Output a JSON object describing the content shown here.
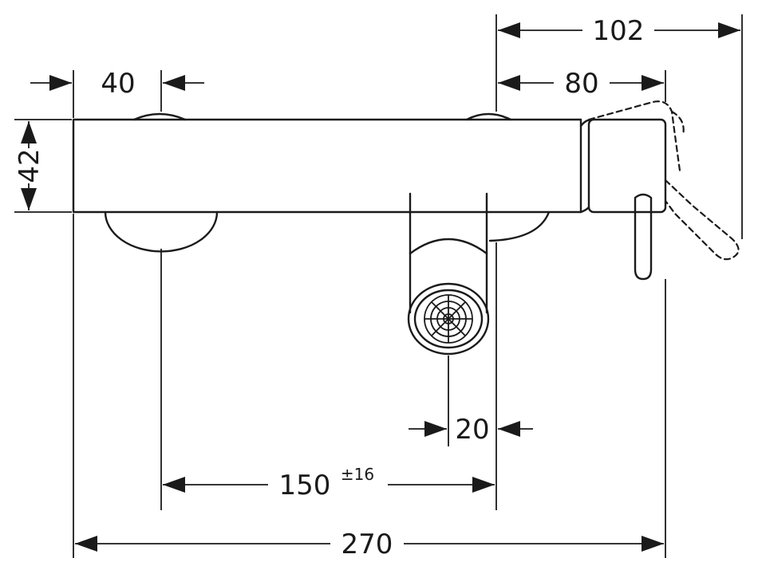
{
  "dimensions": {
    "overall_width": "270",
    "projection": "102",
    "handle_offset": "80",
    "left_outlet_offset": "40",
    "body_height": "42",
    "spout_width": "20",
    "connection_spacing": "150",
    "connection_tolerance": "±16"
  }
}
